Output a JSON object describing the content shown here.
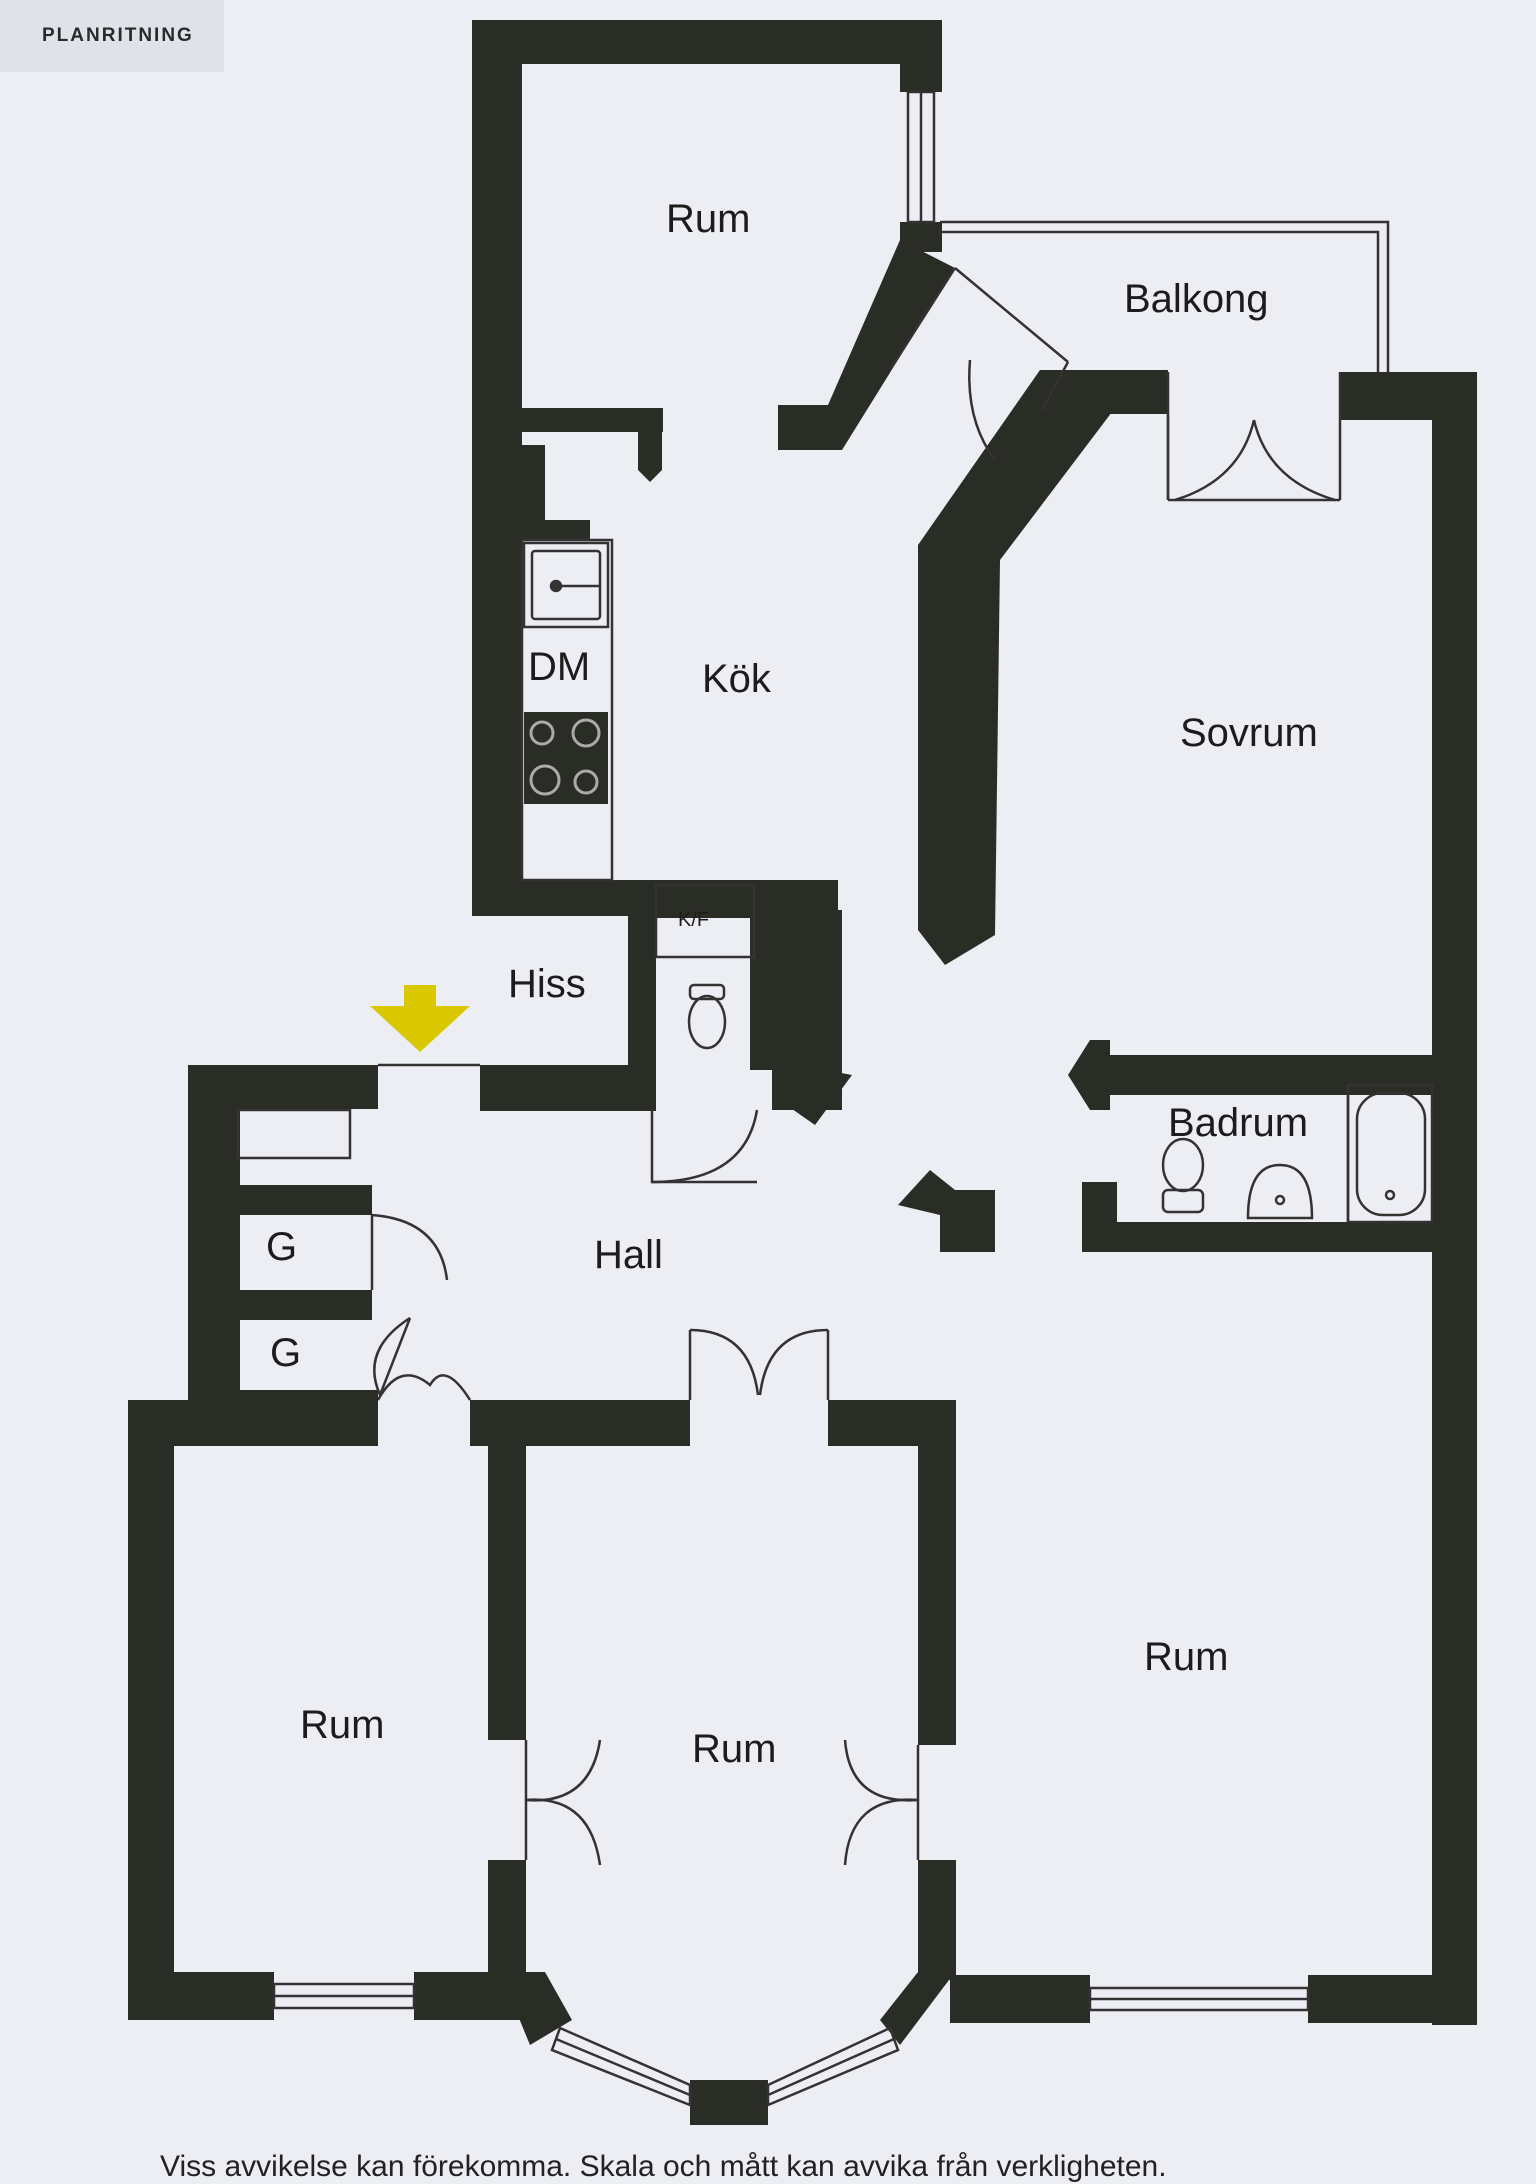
{
  "header": {
    "tag": "PLANRITNING"
  },
  "rooms": {
    "rum_top": "Rum",
    "balkong": "Balkong",
    "kok": "Kök",
    "dm": "DM",
    "sovrum": "Sovrum",
    "kf": "K/F",
    "hiss": "Hiss",
    "badrum": "Badrum",
    "hall": "Hall",
    "g1": "G",
    "g2": "G",
    "rum_left": "Rum",
    "rum_middle": "Rum",
    "rum_right": "Rum"
  },
  "footer": {
    "text": "Viss avvikelse kan förekomma. Skala och mått kan avvika från verkligheten."
  },
  "colors": {
    "wall": "#2a2c26",
    "background": "#eceef3",
    "entrance_arrow": "#d9c800",
    "line": "#333333"
  },
  "icons": [
    "entrance-arrow-icon",
    "sink-icon",
    "stove-icon",
    "toilet-icon",
    "bathtub-icon",
    "washbasin-icon"
  ]
}
